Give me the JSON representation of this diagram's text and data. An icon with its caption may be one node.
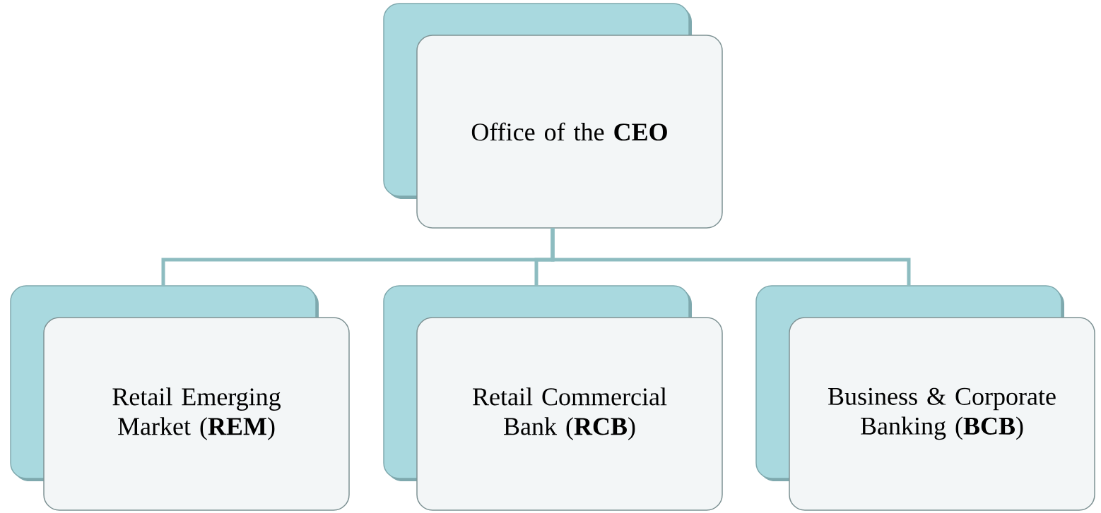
{
  "diagram": {
    "nodes": [
      {
        "text": [
          "Office of the **CEO**"
        ]
      },
      {
        "text": [
          "Retail Emerging Market (**REM**)"
        ]
      },
      {
        "text": [
          "Retail Commercial Bank (**RCB**)"
        ]
      },
      {
        "text": [
          "Business & Corporate Banking (**BCB**)"
        ]
      }
    ],
    "edges": [
      {
        "from": 0,
        "to": 1,
        "arrow": "none"
      },
      {
        "from": 0,
        "to": 2,
        "arrow": "none"
      },
      {
        "from": 0,
        "to": 3,
        "arrow": "none"
      }
    ]
  }
}
